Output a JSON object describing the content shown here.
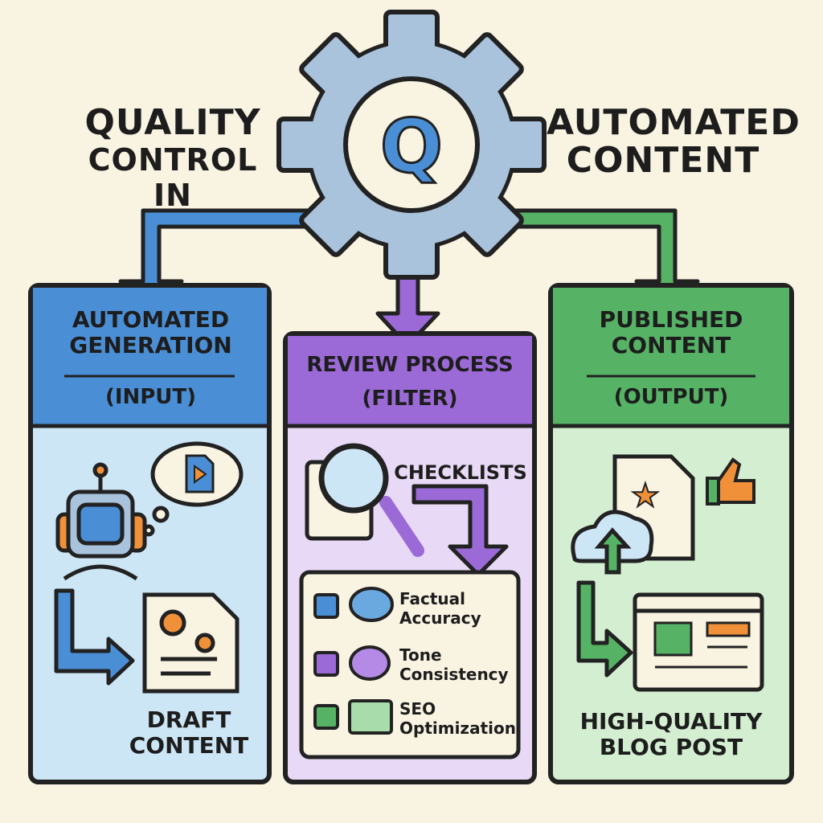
{
  "title": {
    "left_line1": "QUALITY",
    "left_line2": "CONTROL IN",
    "right_line1": "AUTOMATED",
    "right_line2": "CONTENT",
    "gear_letter": "Q"
  },
  "colors": {
    "background": "#f9f3e2",
    "blue": "#4a8fd6",
    "purple": "#9b6ad6",
    "green": "#56b366",
    "orange": "#f0913a"
  },
  "panels": [
    {
      "title": "AUTOMATED GENERATION",
      "subtitle": "(INPUT)",
      "caption": "DRAFT CONTENT",
      "icons": [
        "robot-icon",
        "thought-bubble-video-icon",
        "draft-document-gears-icon"
      ]
    },
    {
      "title": "REVIEW PROCESS",
      "subtitle": "(FILTER)",
      "checklist_label": "CHECKLISTS",
      "checklist": [
        {
          "label": "Factual Accuracy",
          "icon": "brain-icon",
          "checked": true
        },
        {
          "label": "Tone Consistency",
          "icon": "smile-chat-icon",
          "checked": true
        },
        {
          "label": "SEO Optimization",
          "icon": "seo-chart-icon",
          "checked": true
        }
      ]
    },
    {
      "title": "PUBLISHED CONTENT",
      "subtitle": "(OUTPUT)",
      "caption": "HIGH-QUALITY BLOG POST",
      "icons": [
        "star-document-icon",
        "thumbs-up-icon",
        "cloud-upload-icon",
        "blog-webpage-icon"
      ]
    }
  ]
}
